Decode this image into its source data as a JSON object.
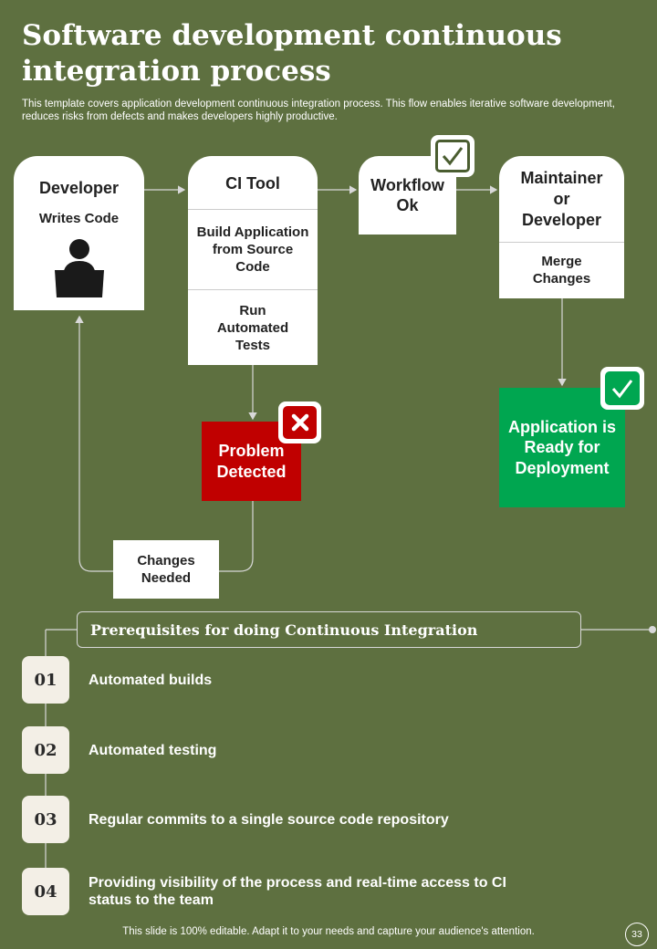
{
  "title": "Software development continuous integration process",
  "description": "This template covers application development continuous integration process. This flow enables iterative software development, reduces risks from defects and makes developers highly productive.",
  "flow": {
    "developer": {
      "title": "Developer",
      "subtitle": "Writes Code"
    },
    "ci_tool": {
      "title": "CI Tool",
      "step1": "Build Application from Source Code",
      "step2": "Run Automated Tests"
    },
    "workflow": {
      "title": "Workflow Ok"
    },
    "maintainer": {
      "title": "Maintainer or Developer",
      "step": "Merge Changes"
    },
    "problem": {
      "title": "Problem Detected"
    },
    "changes": {
      "title": "Changes Needed"
    },
    "ready": {
      "title": "Application is Ready for Deployment"
    }
  },
  "icons": {
    "check": "check-icon",
    "cross": "x-icon",
    "developer": "person-at-laptop-icon"
  },
  "prerequisites": {
    "heading": "Prerequisites for doing Continuous Integration",
    "items": [
      {
        "num": "01",
        "text": "Automated builds"
      },
      {
        "num": "02",
        "text": "Automated testing"
      },
      {
        "num": "03",
        "text": "Regular commits to a single source code repository"
      },
      {
        "num": "04",
        "text": "Providing visibility  of the process and real-time access to CI status to the team"
      }
    ]
  },
  "footer": "This slide is 100% editable. Adapt it to your needs and capture your audience's attention.",
  "page_number": "33",
  "colors": {
    "background": "#5e7040",
    "card": "#ffffff",
    "problem": "#c00000",
    "ready": "#00a650",
    "number_box": "#f3efe6"
  }
}
